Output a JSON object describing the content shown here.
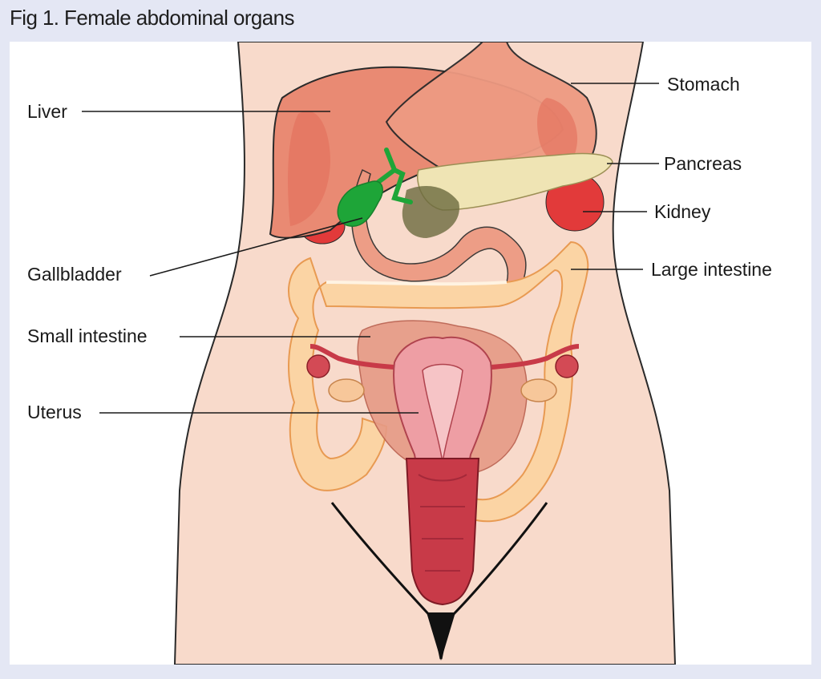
{
  "figure": {
    "title": "Fig 1. Female abdominal organs",
    "colors": {
      "background": "#e4e7f4",
      "panel": "#ffffff",
      "skin": "#f8dacb",
      "liver": "#e98a73",
      "stomach": "#ee9a82",
      "gallbladder": "#1ea538",
      "pancreas": "#efe4b4",
      "kidney": "#e23a3a",
      "large_intestine": "#fbd4a4",
      "small_intestine": "#e69a86",
      "uterus": "#ee9ea4",
      "vagina": "#c83a48"
    },
    "labels": {
      "liver": "Liver",
      "stomach": "Stomach",
      "pancreas": "Pancreas",
      "kidney": "Kidney",
      "gallbladder": "Gallbladder",
      "large_intestine": "Large intestine",
      "small_intestine": "Small intestine",
      "uterus": "Uterus"
    }
  }
}
